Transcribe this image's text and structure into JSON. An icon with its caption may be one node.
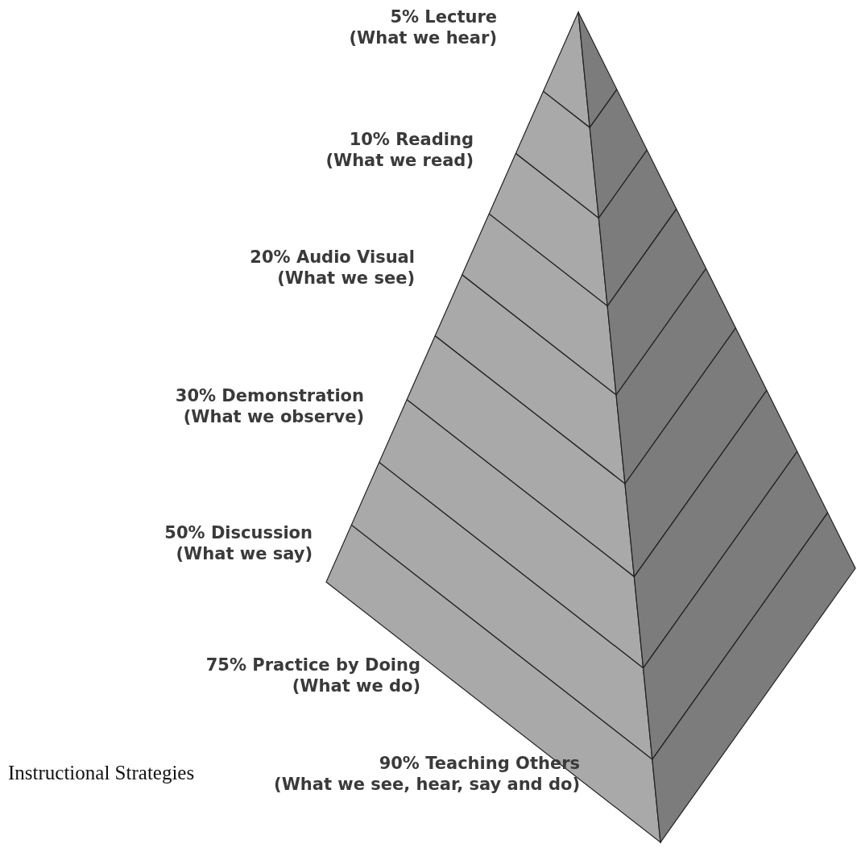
{
  "diagram": {
    "labels": [
      "5% Lecture",
      "(What we hear)",
      "10% Reading",
      "(What we read)",
      "20% Audio Visual",
      "(What we see)",
      "30% Demonstration",
      "(What we observe)",
      "50% Discussion",
      "(What we say)",
      "75% Practice by Doing",
      "(What we do)",
      "Instructional Strategies",
      "90% Teaching Others",
      "(What we see, hear, say and do)"
    ]
  }
}
